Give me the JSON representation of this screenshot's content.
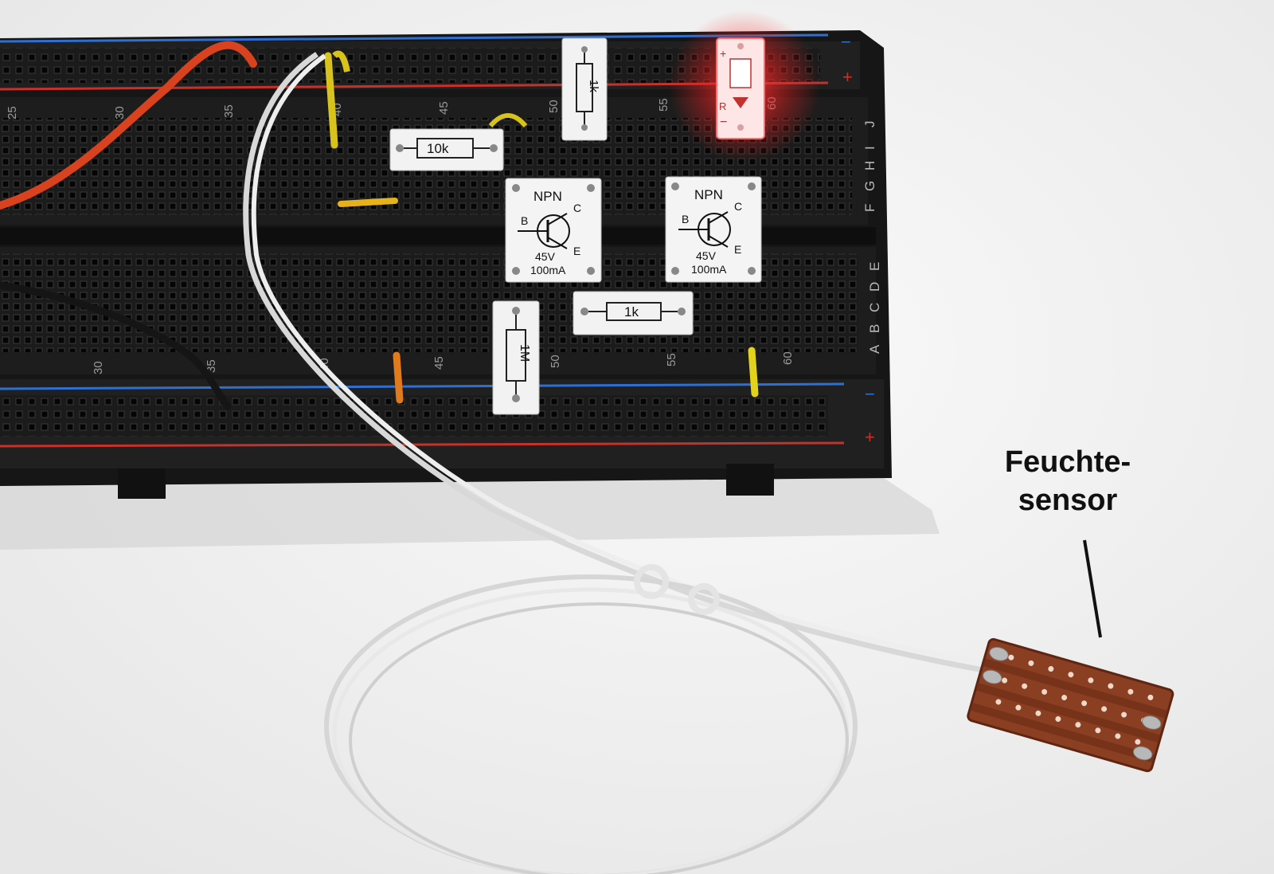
{
  "annotation": {
    "line1": "Feuchte-",
    "line2": "sensor"
  },
  "board": {
    "col_numbers_top": [
      "25",
      "30",
      "35",
      "40",
      "45",
      "50",
      "55",
      "60"
    ],
    "col_numbers_bottom": [
      "30",
      "35",
      "40",
      "45",
      "50",
      "55",
      "60"
    ],
    "row_letters_top": [
      "J",
      "I",
      "H",
      "G",
      "F"
    ],
    "row_letters_bottom": [
      "E",
      "D",
      "C",
      "B",
      "A"
    ],
    "rail_minus": "−",
    "rail_plus": "+"
  },
  "components": {
    "resistor_10k": "10k",
    "resistor_1k_top": "1k",
    "resistor_1k_mid": "1k",
    "resistor_1m": "1M",
    "transistor_type": "NPN",
    "transistor_b": "B",
    "transistor_c": "C",
    "transistor_e": "E",
    "transistor_voltage": "45V",
    "transistor_current": "100mA",
    "led_plus": "+",
    "led_minus": "−",
    "led_r": "R"
  },
  "colors": {
    "board": "#1c1c1c",
    "rail_blue": "#2f6fd1",
    "rail_red": "#c8302a",
    "wire_red": "#d9421e",
    "wire_white": "#e6e6e6",
    "wire_black": "#151515",
    "wire_yellow": "#d8c21c",
    "wire_orange": "#e07a1c",
    "led_glow": "#ff2a2a",
    "sensor_pcb": "#8a3e22"
  }
}
